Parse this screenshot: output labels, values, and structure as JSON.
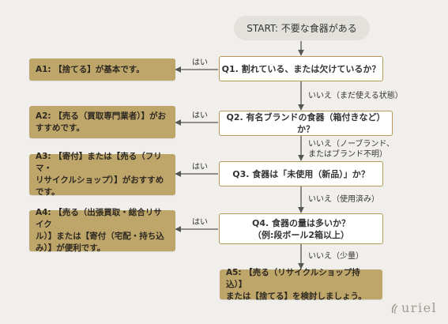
{
  "start": "START: 不要な食器がある",
  "questions": [
    "Q1. 割れている、または欠けているか？",
    "Q2. 有名ブランドの食器（箱付きなど）か？",
    "Q3. 食器は「未使用（新品）」か？",
    "Q4. 食器の量は多いか？\n（例:段ボール2箱以上）"
  ],
  "answers": [
    "A1: 【捨てる】が基本です。",
    "A2: 【売る（買取専門業者）】がお\nすすめです。",
    "A3: 【寄付】または【売る（フリマ・\nリサイクルショップ）】がおすすめ\nです。",
    "A4: 【売る（出張買取・総合リサイク\nル）】または【寄付（宅配・持ち込\nみ）】が便利です。",
    "A5: 【売る（リサイクルショップ持込）】\nまたは【捨てる】を検討しましょう。"
  ],
  "edge_labels": {
    "yes": "はい",
    "no1": "いいえ（まだ使える状態）",
    "no2": "いいえ（ノーブランド、\nまたはブランド不明）",
    "no3": "いいえ（使用済み）",
    "no4": "いいえ（少量）"
  },
  "logo": "uriel",
  "colors": {
    "answer_fill": "#bea56a",
    "question_border": "#b59a57",
    "start_fill": "#e3e1dc",
    "connector": "#555555",
    "background": "#f1efeb"
  }
}
